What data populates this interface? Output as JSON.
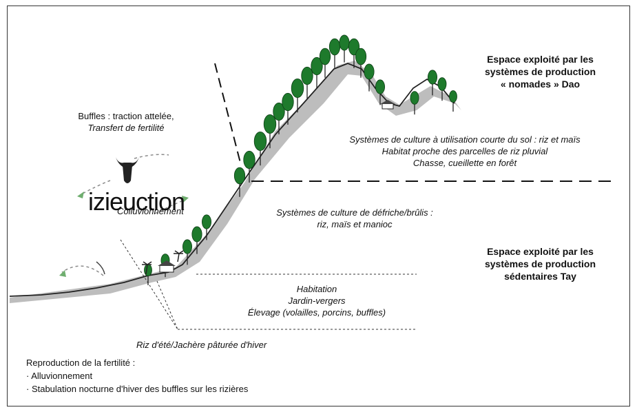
{
  "labels": {
    "dao_space": [
      "Espace exploité par les",
      "systèmes de production",
      "« nomades » Dao"
    ],
    "tay_space": [
      "Espace exploité par les",
      "systèmes de production",
      "sédentaires Tay"
    ],
    "buffles": [
      "Buffles : traction attelée,",
      "Transfert de fertilité"
    ],
    "short_use": [
      "Systèmes de culture à utilisation courte du sol : riz et maïs",
      "Habitat proche  des parcelles de riz pluvial",
      "Chasse, cueillette en forêt"
    ],
    "slash_burn": [
      "Systèmes de culture de défriche/brûlis :",
      "riz, maïs et manioc"
    ],
    "habitation": [
      "Habitation",
      "Jardin-vergers",
      "Élevage (volailles, porcins, buffles)"
    ],
    "colluvionnement": "Colluvionnement",
    "watermark": "izieuction",
    "rice": "Riz d'été/Jachère pâturée d'hiver",
    "fertility": [
      "Reproduction de la fertilité :",
      "· Alluvionnement",
      "· Stabulation nocturne d'hiver des buffles sur les rizières"
    ]
  },
  "icons": [
    "buffalo-icon",
    "tree-icon",
    "house-icon",
    "palm-icon"
  ],
  "colors": {
    "hillside": "#c0c0c0",
    "tree": "#1e7a2c",
    "border": "#333333"
  }
}
